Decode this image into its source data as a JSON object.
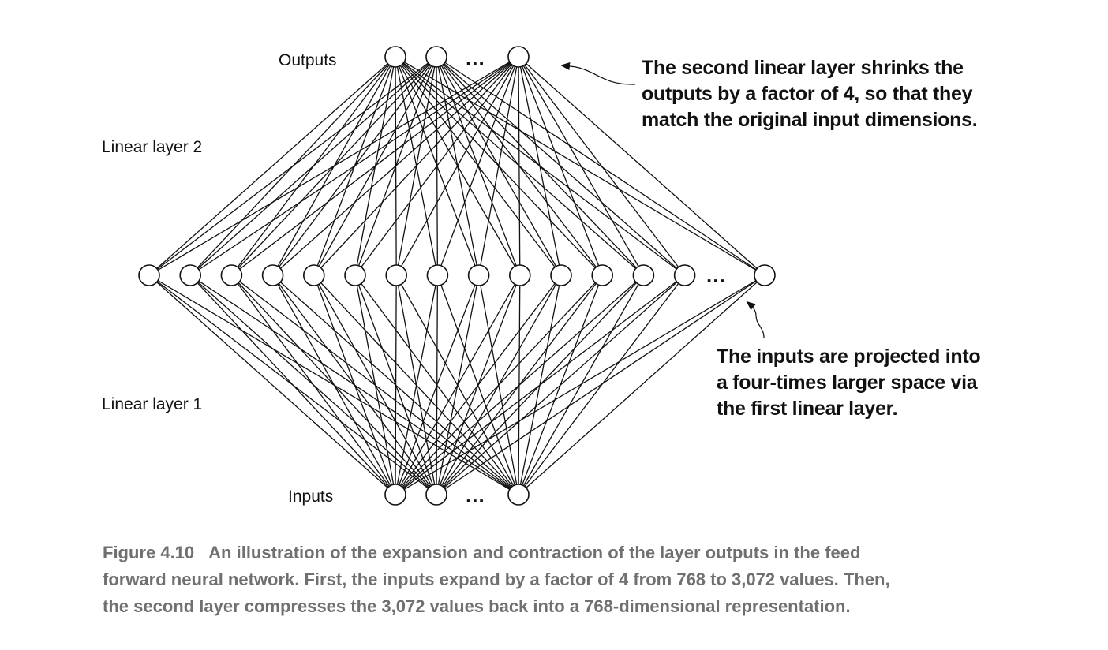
{
  "labels": {
    "outputs": "Outputs",
    "inputs": "Inputs",
    "linear_layer_2": "Linear layer 2",
    "linear_layer_1": "Linear layer 1",
    "ellipsis": "..."
  },
  "callouts": {
    "top": [
      "The second linear layer shrinks the",
      "outputs by a factor of 4, so that they",
      "match the original input dimensions."
    ],
    "bottom": [
      "The inputs are projected into",
      "a four-times larger space via",
      "the first linear layer."
    ]
  },
  "caption": {
    "figure_number": "Figure 4.10",
    "lines": [
      "An illustration of the expansion and contraction of the layer outputs in the feed",
      "forward neural network. First, the inputs expand by a factor of 4 from 768 to 3,072 values. Then,",
      "the second layer compresses the 3,072 values back into a 768-dimensional representation."
    ]
  },
  "network": {
    "input_nodes": 3,
    "hidden_nodes": 15,
    "output_nodes": 3,
    "fully_connected": true
  },
  "colors": {
    "stroke": "#111111",
    "caption": "#707070",
    "background": "#ffffff"
  }
}
